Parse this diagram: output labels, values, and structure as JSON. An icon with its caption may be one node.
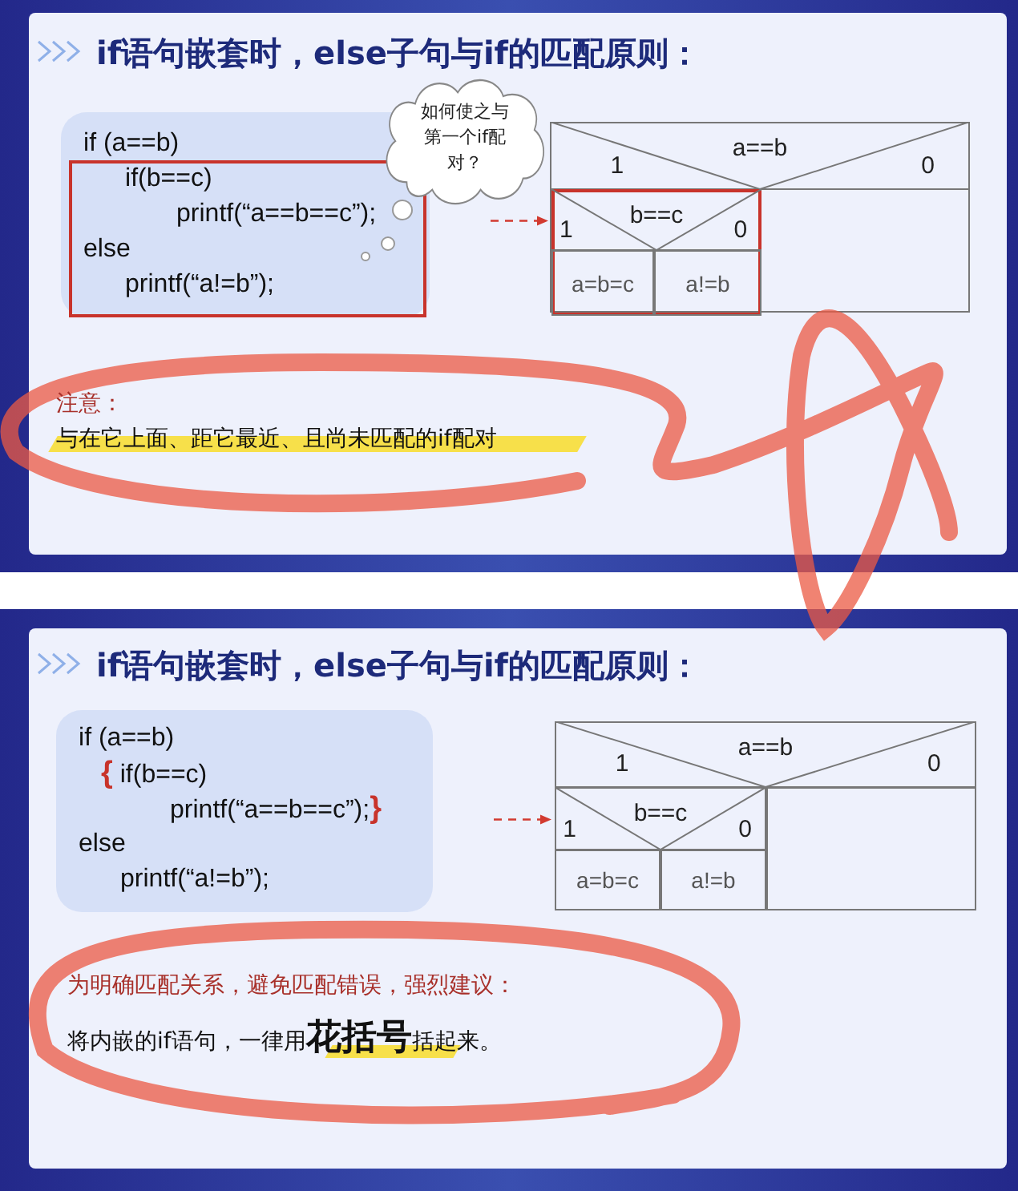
{
  "diagram": {
    "nodes": [
      {
        "text": [
          "if (a==b)"
        ]
      },
      {
        "text": [
          "if(b==c)",
          "printf(“a==b==c”);",
          "else",
          "printf(“a!=b”);"
        ],
        "in": 0
      },
      {
        "text": [
          "如何使之与第一个if配对？"
        ]
      },
      {
        "text": [
          "1",
          "a==b",
          "0"
        ]
      },
      {
        "text": [
          "1",
          "b==c",
          "0"
        ],
        "in": 3
      },
      {
        "text": [
          "a=b=c"
        ],
        "in": 4
      },
      {
        "text": [
          "a!=b"
        ],
        "in": 4
      },
      {
        "text": [
          "if (a==b)",
          "{ if(b==c)",
          "printf(“a==b==c”);}",
          "else",
          "printf(“a!=b”);"
        ]
      },
      {
        "text": [
          "1",
          "a==b",
          "0"
        ]
      },
      {
        "text": [
          "1",
          "b==c",
          "0"
        ],
        "in": 8
      },
      {
        "text": [
          "a=b=c"
        ],
        "in": 9
      },
      {
        "text": [
          "a!=b"
        ],
        "in": 9
      },
      {
        "text": [],
        "shape": "box",
        "in": 8
      }
    ],
    "edges": [
      {
        "from": null,
        "to": 4,
        "arrow": "to",
        "style": "dashed"
      },
      {
        "from": null,
        "to": 9,
        "arrow": "to",
        "style": "dashed"
      }
    ],
    "labels": [
      "if语句嵌套时，else子句与if的匹配原则：",
      "注意：",
      "与在它上面、距它最近、且尚未匹配的if配对",
      "if语句嵌套时，else子句与if的匹配原则：",
      "为明确匹配关系，避免匹配错误，强烈建议：",
      "将内嵌的if语句，一律用**花括号**括起来。"
    ]
  }
}
